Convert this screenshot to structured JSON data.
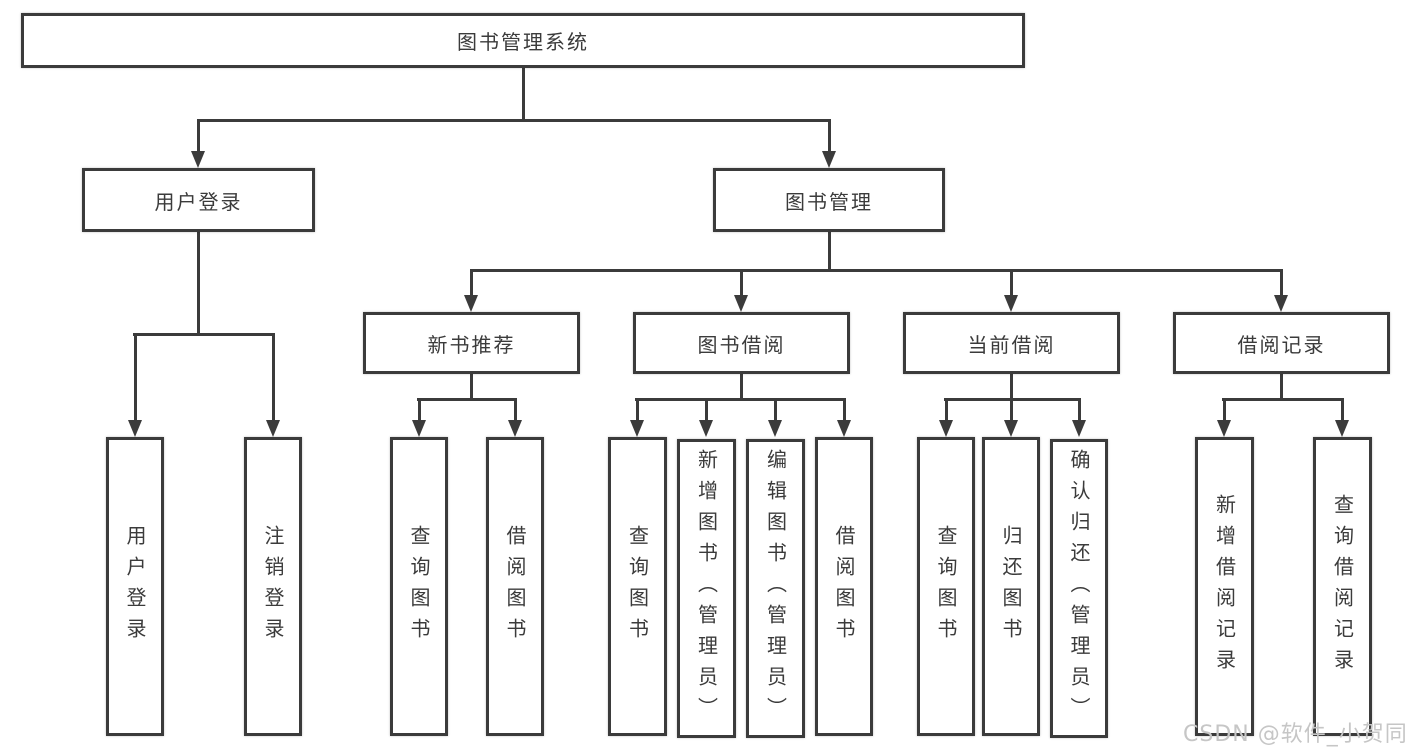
{
  "colors": {
    "line": "#3b3b3b",
    "text": "#3b3b3b",
    "watermark": "#c6c6c6",
    "background": "#ffffff"
  },
  "tree": {
    "root": {
      "label": "图书管理系统",
      "children": [
        {
          "label": "用户登录",
          "children": [
            {
              "label": "用户登录"
            },
            {
              "label": "注销登录"
            }
          ]
        },
        {
          "label": "图书管理",
          "children": [
            {
              "label": "新书推荐",
              "children": [
                {
                  "label": "查询图书"
                },
                {
                  "label": "借阅图书"
                }
              ]
            },
            {
              "label": "图书借阅",
              "children": [
                {
                  "label": "查询图书"
                },
                {
                  "label": "新增图书（管理员）"
                },
                {
                  "label": "编辑图书（管理员）"
                },
                {
                  "label": "借阅图书"
                }
              ]
            },
            {
              "label": "当前借阅",
              "children": [
                {
                  "label": "查询图书"
                },
                {
                  "label": "归还图书"
                },
                {
                  "label": "确认归还（管理员）"
                }
              ]
            },
            {
              "label": "借阅记录",
              "children": [
                {
                  "label": "新增借阅记录"
                },
                {
                  "label": "查询借阅记录"
                }
              ]
            }
          ]
        }
      ]
    }
  },
  "watermark": {
    "text": "CSDN @软件_小贺同学"
  }
}
